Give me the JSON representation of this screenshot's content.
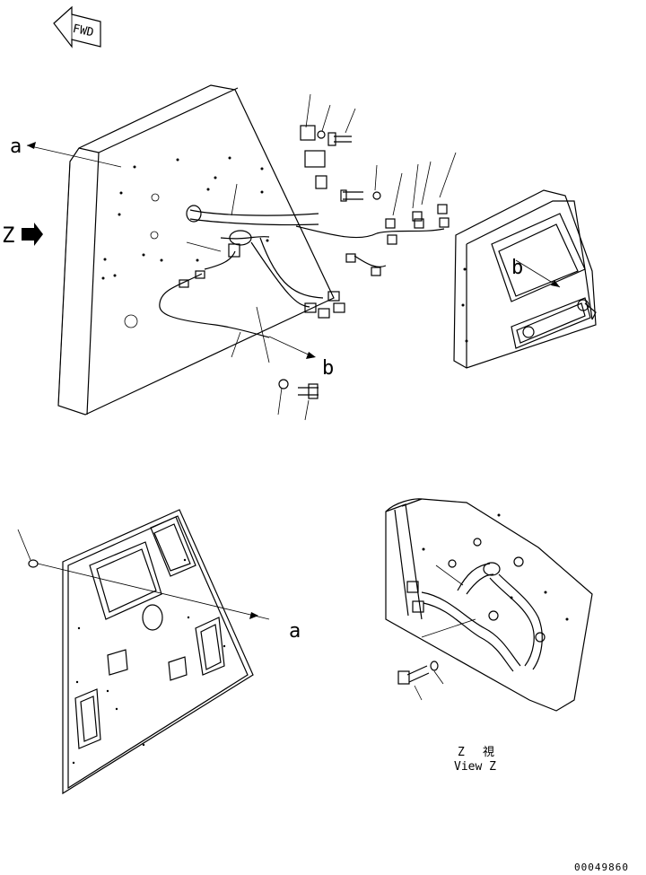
{
  "fwd_label": "FWD",
  "view_marker": "Z",
  "callouts": {
    "a": "a",
    "b": "b"
  },
  "view_caption": {
    "jp_z": "Z",
    "jp_view": "視",
    "en": "View Z"
  },
  "drawing_number": "00049860"
}
